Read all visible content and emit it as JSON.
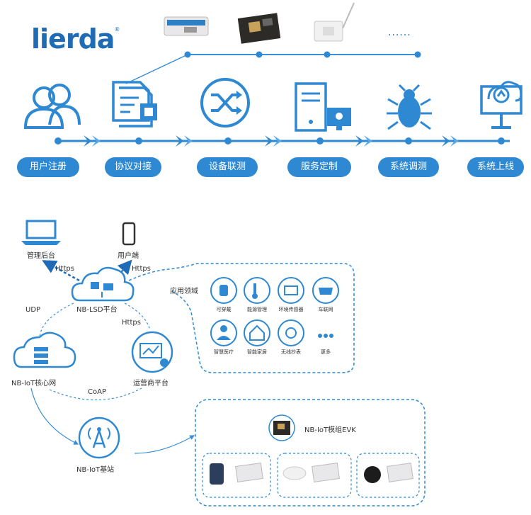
{
  "brand": {
    "logo_text": "lierda",
    "registered_mark": "®"
  },
  "flow": {
    "steps": [
      {
        "label": "用户注册",
        "icon": "users-icon"
      },
      {
        "label": "协议对接",
        "icon": "protocol-document-chip-icon"
      },
      {
        "label": "设备联测",
        "icon": "shuffle-icon"
      },
      {
        "label": "服务定制",
        "icon": "server-icon"
      },
      {
        "label": "系统调测",
        "icon": "bug-icon"
      },
      {
        "label": "系统上线",
        "icon": "cloud-upload-monitor-icon"
      }
    ],
    "device_row_more": "......"
  },
  "network": {
    "admin_label": "管理后台",
    "user_label": "用户端",
    "https_left": "Https",
    "https_right": "Https",
    "https_mid": "Https",
    "udp": "UDP",
    "coap": "CoAP",
    "platform": "NB-LSD平台",
    "core": "NB-IoT核心网",
    "operator": "运营商平台",
    "station": "NB-IoT基站",
    "app_domain_title": "应用领域",
    "apps": [
      {
        "label": "可穿戴",
        "icon": "watch-icon"
      },
      {
        "label": "能源管理",
        "icon": "thermometer-icon"
      },
      {
        "label": "环境传感器",
        "icon": "sensor-chart-icon"
      },
      {
        "label": "车联网",
        "icon": "car-icon"
      },
      {
        "label": "智慧医疗",
        "icon": "doctor-icon"
      },
      {
        "label": "智能家居",
        "icon": "smart-home-icon"
      },
      {
        "label": "无线抄表",
        "icon": "meter-icon"
      },
      {
        "label": "更多",
        "icon": "more-dots-icon"
      }
    ],
    "evk_title": "NB-IoT模组EVK"
  },
  "colors": {
    "primary": "#2f89d2",
    "dark": "#1f6bb5",
    "line": "#3b8fd6",
    "arrow": "#5aa7e6"
  }
}
